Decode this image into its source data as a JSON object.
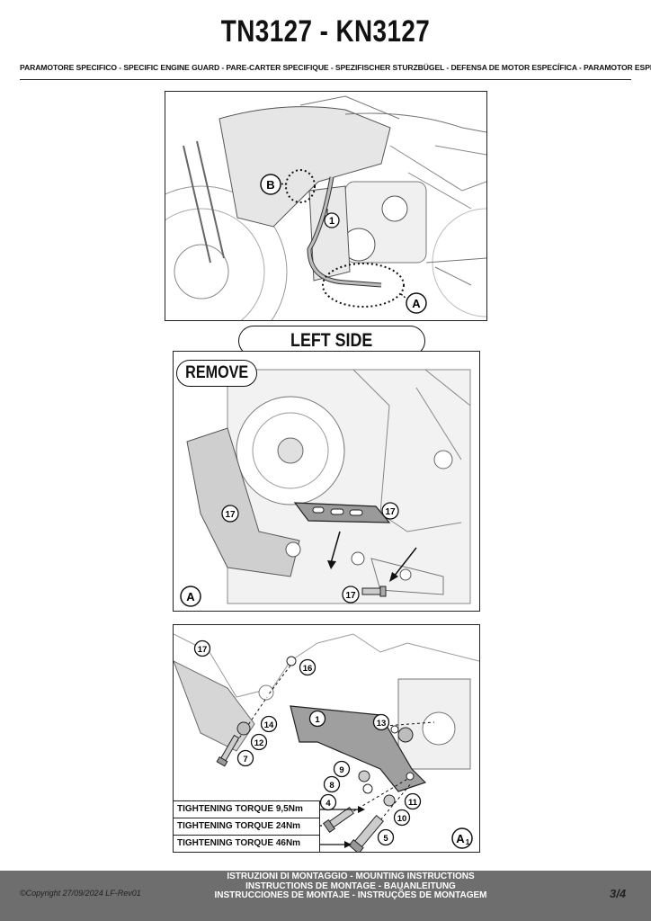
{
  "header": {
    "title": "TN3127 - KN3127",
    "subtitle": "PARAMOTORE SPECIFICO  -  SPECIFIC ENGINE GUARD - PARE-CARTER SPECIFIQUE - SPEZIFISCHER STURZBÜGEL - DEFENSA DE MOTOR ESPECÍFICA - PARAMOTOR ESPECÍFICO"
  },
  "panel_top": {
    "callouts": [
      "B",
      "1",
      "A"
    ]
  },
  "side_label": "LEFT SIDE",
  "panel_middle": {
    "action_label": "REMOVE",
    "callouts": [
      "17",
      "17",
      "17"
    ],
    "corner_label": "A"
  },
  "panel_bottom": {
    "callouts": [
      "17",
      "16",
      "1",
      "14",
      "12",
      "7",
      "13",
      "9",
      "8",
      "4",
      "11",
      "10",
      "5"
    ],
    "corner_label": "A",
    "corner_sub": "1",
    "torque": [
      "TIGHTENING TORQUE 9,5Nm",
      "TIGHTENING TORQUE 24Nm",
      "TIGHTENING TORQUE 46Nm"
    ]
  },
  "footer": {
    "lines": [
      "ISTRUZIONI DI MONTAGGIO  -  MOUNTING INSTRUCTIONS",
      "INSTRUCTIONS DE MONTAGE - BAUANLEITUNG",
      "INSTRUCCIONES DE MONTAJE - INSTRUÇÕES DE MONTAGEM"
    ],
    "copyright": "©Copyright 27/09/2024 LF-Rev01",
    "page": "3/4"
  }
}
